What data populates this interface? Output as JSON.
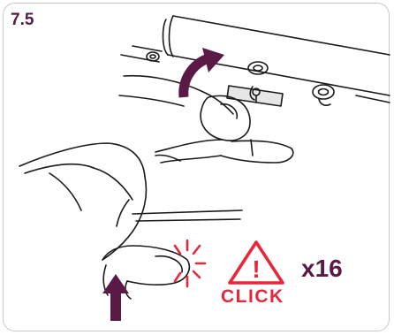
{
  "step": {
    "number": "7.5"
  },
  "callout": {
    "click_label": "CLICK",
    "repeat_count": "x16",
    "warning_symbol": "!"
  },
  "icons": {
    "warning": "warning-triangle-icon",
    "arrow_rotate": "curved-arrow-up-icon",
    "arrow_push": "arrow-up-icon",
    "click_burst": "click-burst-icon"
  },
  "colors": {
    "accent": "#5a1a45",
    "alert": "#e8273a",
    "line": "#1a1a1a",
    "border": "#c9c9c9"
  }
}
